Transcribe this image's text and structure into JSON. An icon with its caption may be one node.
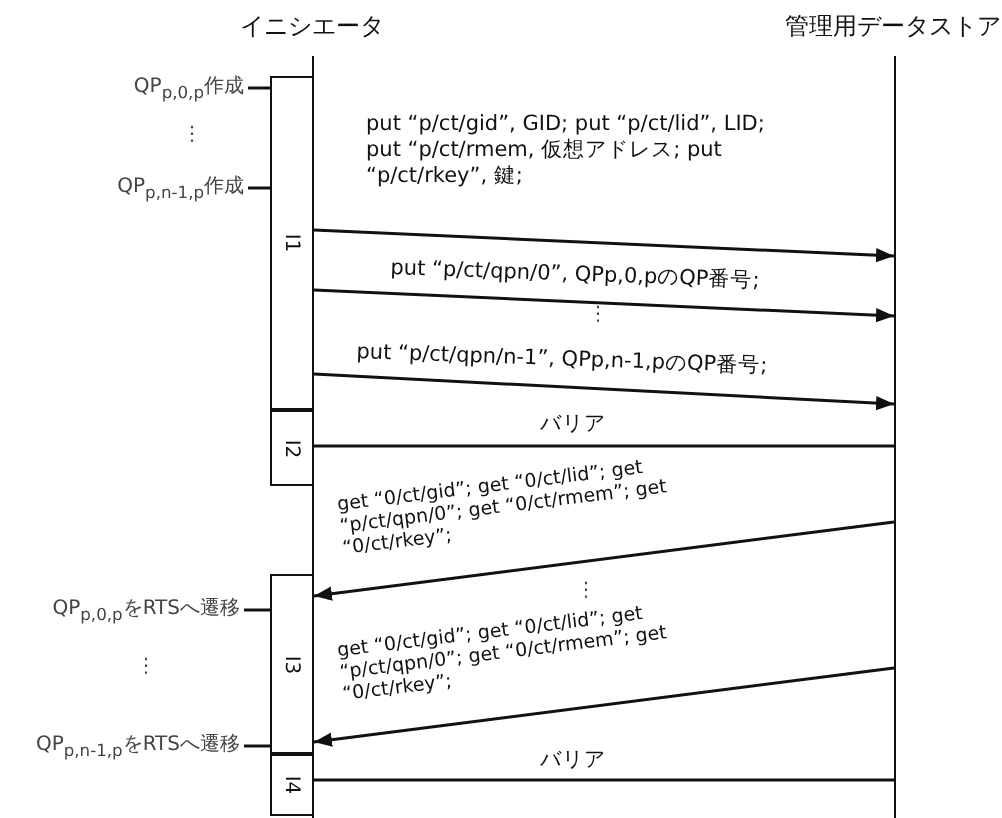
{
  "diagram": {
    "nodes": [
      {
        "text": [
          "イニシエータ"
        ]
      },
      {
        "text": [
          "管理用データストア"
        ]
      },
      {
        "text": [
          "QP$_{p,0,p}$作成"
        ]
      },
      {
        "text": [
          "QP$_{p,n-1,p}$作成"
        ]
      },
      {
        "text": [
          "I1"
        ]
      },
      {
        "text": [
          "I2"
        ]
      },
      {
        "text": [
          "QP$_{p,0,p}$をRTSへ遷移"
        ]
      },
      {
        "text": [
          "QP$_{p,n-1,p}$をRTSへ遷移"
        ]
      },
      {
        "text": [
          "I3"
        ]
      },
      {
        "text": [
          "I4"
        ]
      }
    ],
    "edges": [
      {
        "from": 4,
        "to": 1,
        "arrow": "to",
        "label": "put “p/ct/gid”, GID; put “p/ct/lid”, LID; put “p/ct/rmem, 仮想アドレス; put “p/ct/rkey”, 鍵;"
      },
      {
        "from": 4,
        "to": 1,
        "arrow": "to",
        "label": "put “p/ct/qpn/0”, QPp,0,pのQP番号;"
      },
      {
        "from": 4,
        "to": 1,
        "arrow": "to",
        "label": "put “p/ct/qpn/n-1”, QPp,n-1,pのQP番号;"
      },
      {
        "from": 5,
        "to": 1,
        "arrow": "none",
        "label": "バリア"
      },
      {
        "from": 1,
        "to": 8,
        "arrow": "to",
        "label": "get “0/ct/gid”; get “0/ct/lid”; get “p/ct/qpn/0”; get “0/ct/rmem”; get “0/ct/rkey”;"
      },
      {
        "from": 1,
        "to": 8,
        "arrow": "to",
        "label": "get “0/ct/gid”; get “0/ct/lid”; get “p/ct/qpn/0”; get “0/ct/rmem”; get “0/ct/rkey”;"
      },
      {
        "from": 9,
        "to": 1,
        "arrow": "none",
        "label": "バリア"
      },
      {
        "from": 2,
        "to": 4,
        "arrow": "none"
      },
      {
        "from": 3,
        "to": 4,
        "arrow": "none"
      },
      {
        "from": 6,
        "to": 8,
        "arrow": "none"
      },
      {
        "from": 7,
        "to": 8,
        "arrow": "none"
      }
    ],
    "labels": [
      "⋮",
      "⋮",
      "⋮",
      "⋮"
    ]
  }
}
